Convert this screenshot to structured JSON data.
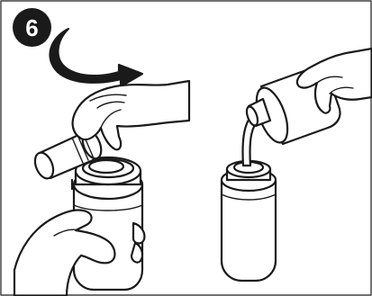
{
  "step": {
    "number": "6"
  },
  "illustrations": {
    "left_panel": "unscrew-cap-illustration",
    "right_panel": "pour-liquid-illustration",
    "arrow": "rotate-counterclockwise-arrow-icon"
  },
  "colors": {
    "ink": "#1a1a1a",
    "background": "#ffffff"
  }
}
